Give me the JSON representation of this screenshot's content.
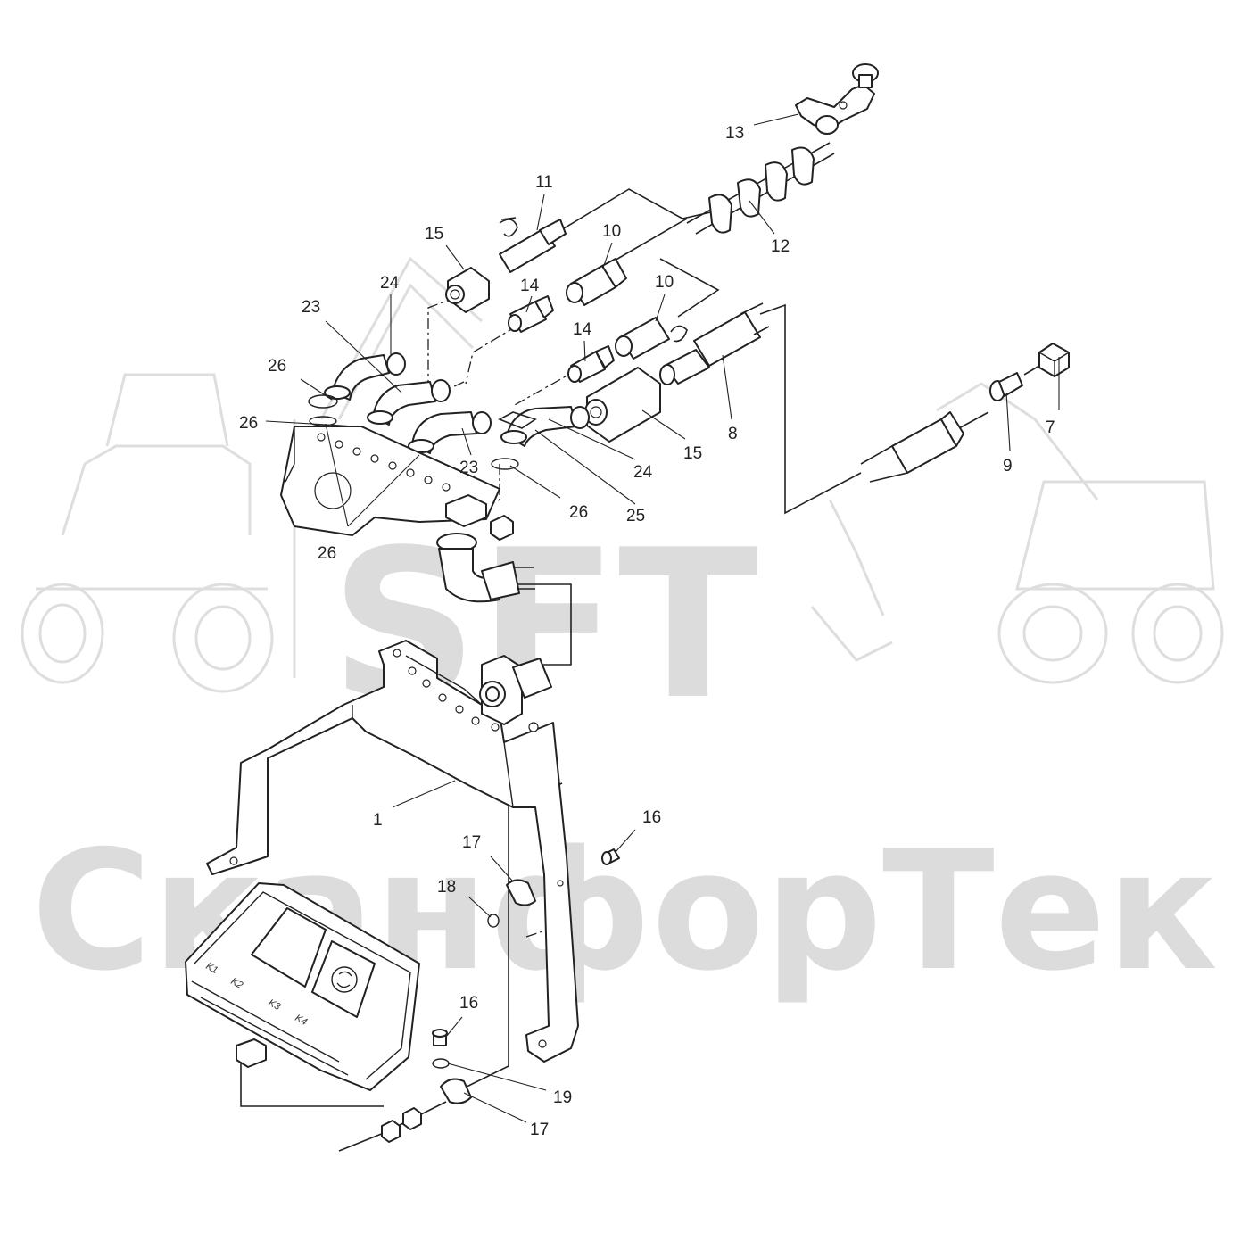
{
  "watermark": {
    "brand": "SFT",
    "company": "СканфорТек",
    "color": "#d8d8d8"
  },
  "display_panel": {
    "key_labels": [
      "K1",
      "K2",
      "K3",
      "K4"
    ]
  },
  "callouts": [
    {
      "id": "c13",
      "label": "13"
    },
    {
      "id": "c11",
      "label": "11"
    },
    {
      "id": "c10a",
      "label": "10"
    },
    {
      "id": "c12",
      "label": "12"
    },
    {
      "id": "c15a",
      "label": "15"
    },
    {
      "id": "c24a",
      "label": "24"
    },
    {
      "id": "c14a",
      "label": "14"
    },
    {
      "id": "c10b",
      "label": "10"
    },
    {
      "id": "c23a",
      "label": "23"
    },
    {
      "id": "c14b",
      "label": "14"
    },
    {
      "id": "c26a",
      "label": "26"
    },
    {
      "id": "c7",
      "label": "7"
    },
    {
      "id": "c26b",
      "label": "26"
    },
    {
      "id": "c8",
      "label": "8"
    },
    {
      "id": "c15b",
      "label": "15"
    },
    {
      "id": "c23b",
      "label": "23"
    },
    {
      "id": "c24b",
      "label": "24"
    },
    {
      "id": "c9",
      "label": "9"
    },
    {
      "id": "c26c",
      "label": "26"
    },
    {
      "id": "c25",
      "label": "25"
    },
    {
      "id": "c26d",
      "label": "26"
    },
    {
      "id": "c1",
      "label": "1"
    },
    {
      "id": "c16a",
      "label": "16"
    },
    {
      "id": "c17a",
      "label": "17"
    },
    {
      "id": "c18",
      "label": "18"
    },
    {
      "id": "c16b",
      "label": "16"
    },
    {
      "id": "c19",
      "label": "19"
    },
    {
      "id": "c17b",
      "label": "17"
    }
  ]
}
